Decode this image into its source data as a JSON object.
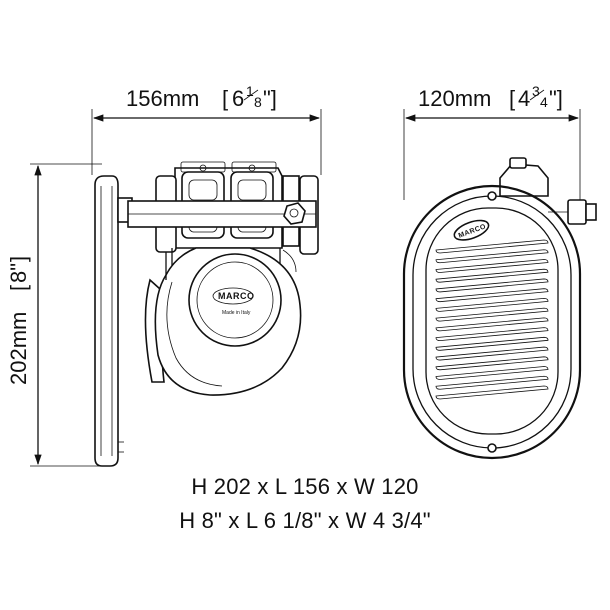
{
  "dimensions": {
    "length": {
      "value": "156mm",
      "inch_whole": "6",
      "inch_num": "1",
      "inch_den": "8"
    },
    "width": {
      "value": "120mm",
      "inch_whole": "4",
      "inch_num": "3",
      "inch_den": "4"
    },
    "height": {
      "value": "202mm",
      "inch": "8\""
    }
  },
  "logo": {
    "brand": "MARCO",
    "made_in": "Made in Italy"
  },
  "specs": {
    "metric": "H 202 x L 156 x W 120",
    "imperial": "H 8\" x L 6 1/8\" x W 4 3/4\""
  }
}
